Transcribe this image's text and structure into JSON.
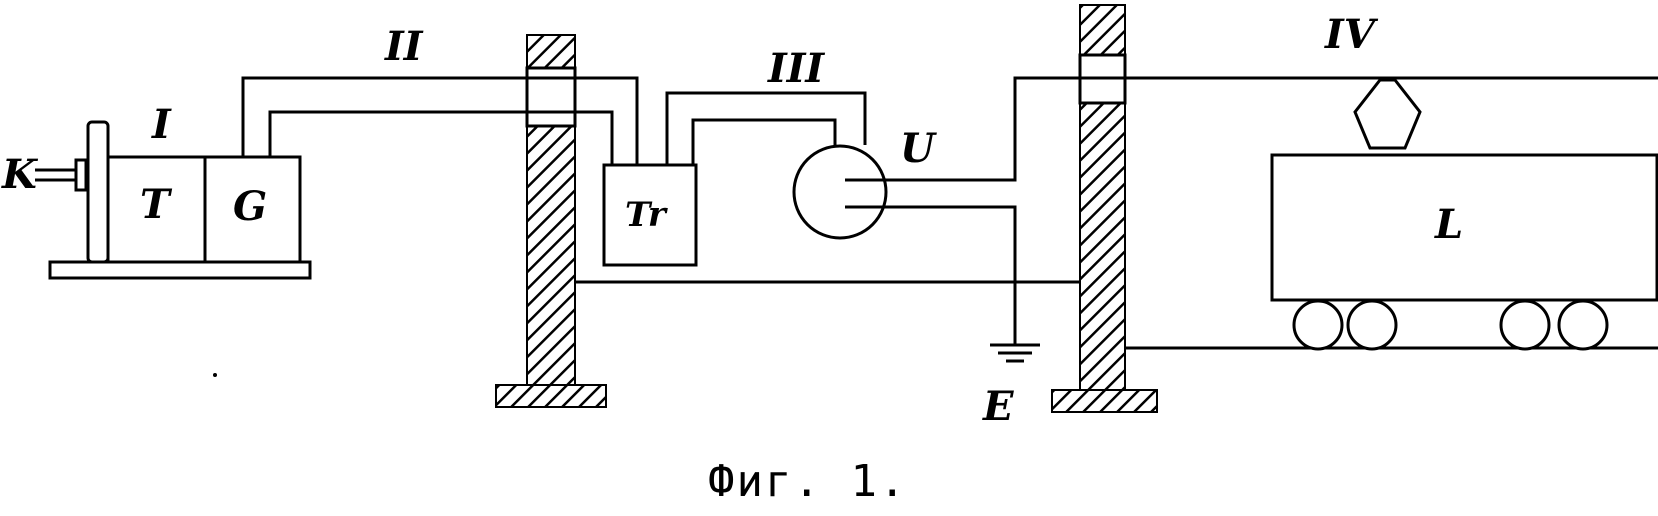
{
  "labels": {
    "k": "K",
    "section_1": "I",
    "t": "T",
    "g": "G",
    "section_2": "II",
    "tr": "Tr",
    "section_3": "III",
    "u": "U",
    "section_4": "IV",
    "l": "L",
    "e": "E"
  },
  "caption": "Фиг. 1."
}
